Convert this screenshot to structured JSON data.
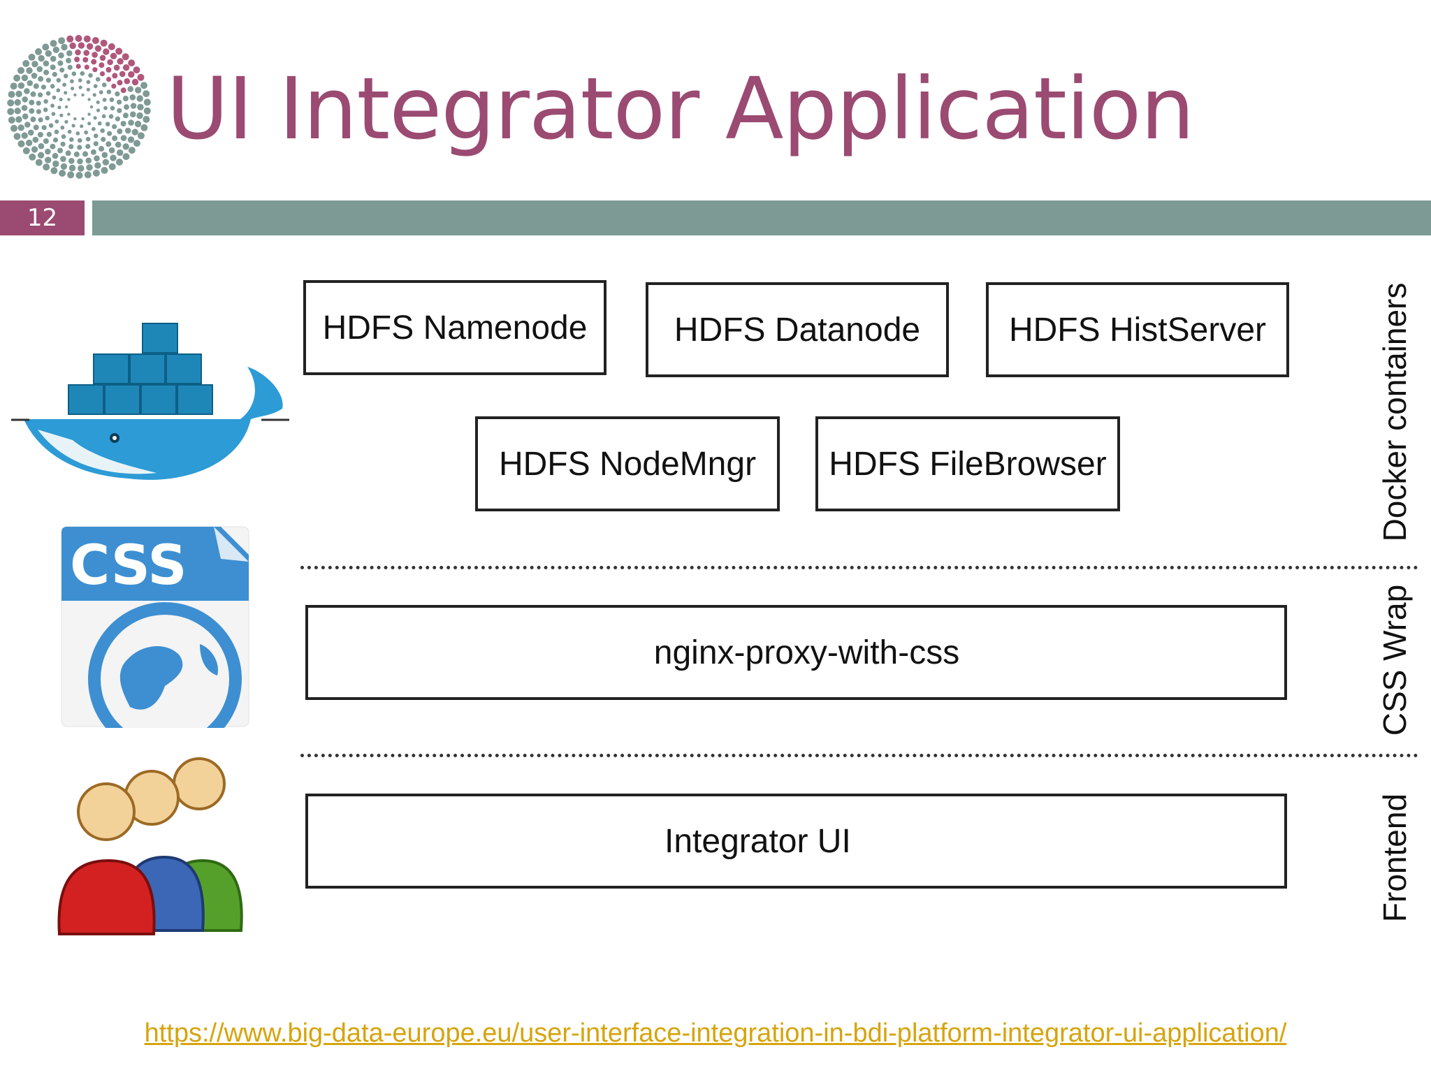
{
  "header": {
    "title": "UI Integrator Application",
    "slide_number": "12"
  },
  "diagram": {
    "docker_row1": [
      "HDFS Namenode",
      "HDFS Datanode",
      "HDFS HistServer"
    ],
    "docker_row2": [
      "HDFS NodeMngr",
      "HDFS FileBrowser"
    ],
    "proxy": "nginx-proxy-with-css",
    "frontend": "Integrator UI",
    "layer_labels": {
      "docker": "Docker containers",
      "css": "CSS Wrap",
      "frontend": "Frontend"
    },
    "css_icon_text": "CSS"
  },
  "footer": {
    "link": "https://www.big-data-europe.eu/user-interface-integration-in-bdi-platform-integrator-ui-application/"
  },
  "colors": {
    "title": "#9b4a72",
    "bar": "#7d9a94",
    "link": "#d6a40d"
  },
  "icons": [
    "spiral-logo-icon",
    "docker-whale-icon",
    "css-web-icon",
    "users-group-icon"
  ]
}
